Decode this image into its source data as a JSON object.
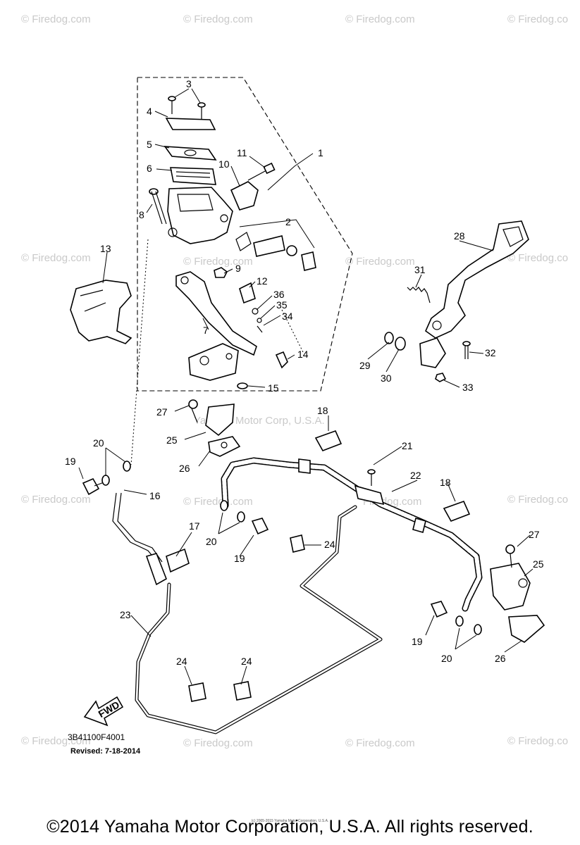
{
  "watermark": {
    "text": "© Firedog.com",
    "text_short": "© Firedog.co",
    "corp_text": "Yamaha Motor Corp, U.S.A.",
    "firedog_center": "Firedog.com"
  },
  "callouts": {
    "c1": "1",
    "c2": "2",
    "c3": "3",
    "c4": "4",
    "c5": "5",
    "c6": "6",
    "c7": "7",
    "c8": "8",
    "c9": "9",
    "c10": "10",
    "c11": "11",
    "c12": "12",
    "c13": "13",
    "c14": "14",
    "c15": "15",
    "c16": "16",
    "c17": "17",
    "c18": "18",
    "c19": "19",
    "c20": "20",
    "c21": "21",
    "c22": "22",
    "c23": "23",
    "c24": "24",
    "c25": "25",
    "c26": "26",
    "c27": "27",
    "c28": "28",
    "c29": "29",
    "c30": "30",
    "c31": "31",
    "c32": "32",
    "c33": "33",
    "c34": "34",
    "c35": "35",
    "c36": "36"
  },
  "fwd_label": "FWD",
  "ref_code": "3B41100F4001",
  "revised": "Revised: 7-18-2014",
  "tiny_note": "(c) 2005-2015 Yamaha Motor Corporation, U.S.A.",
  "footer": "©2014 Yamaha Motor Corporation, U.S.A. All rights reserved."
}
